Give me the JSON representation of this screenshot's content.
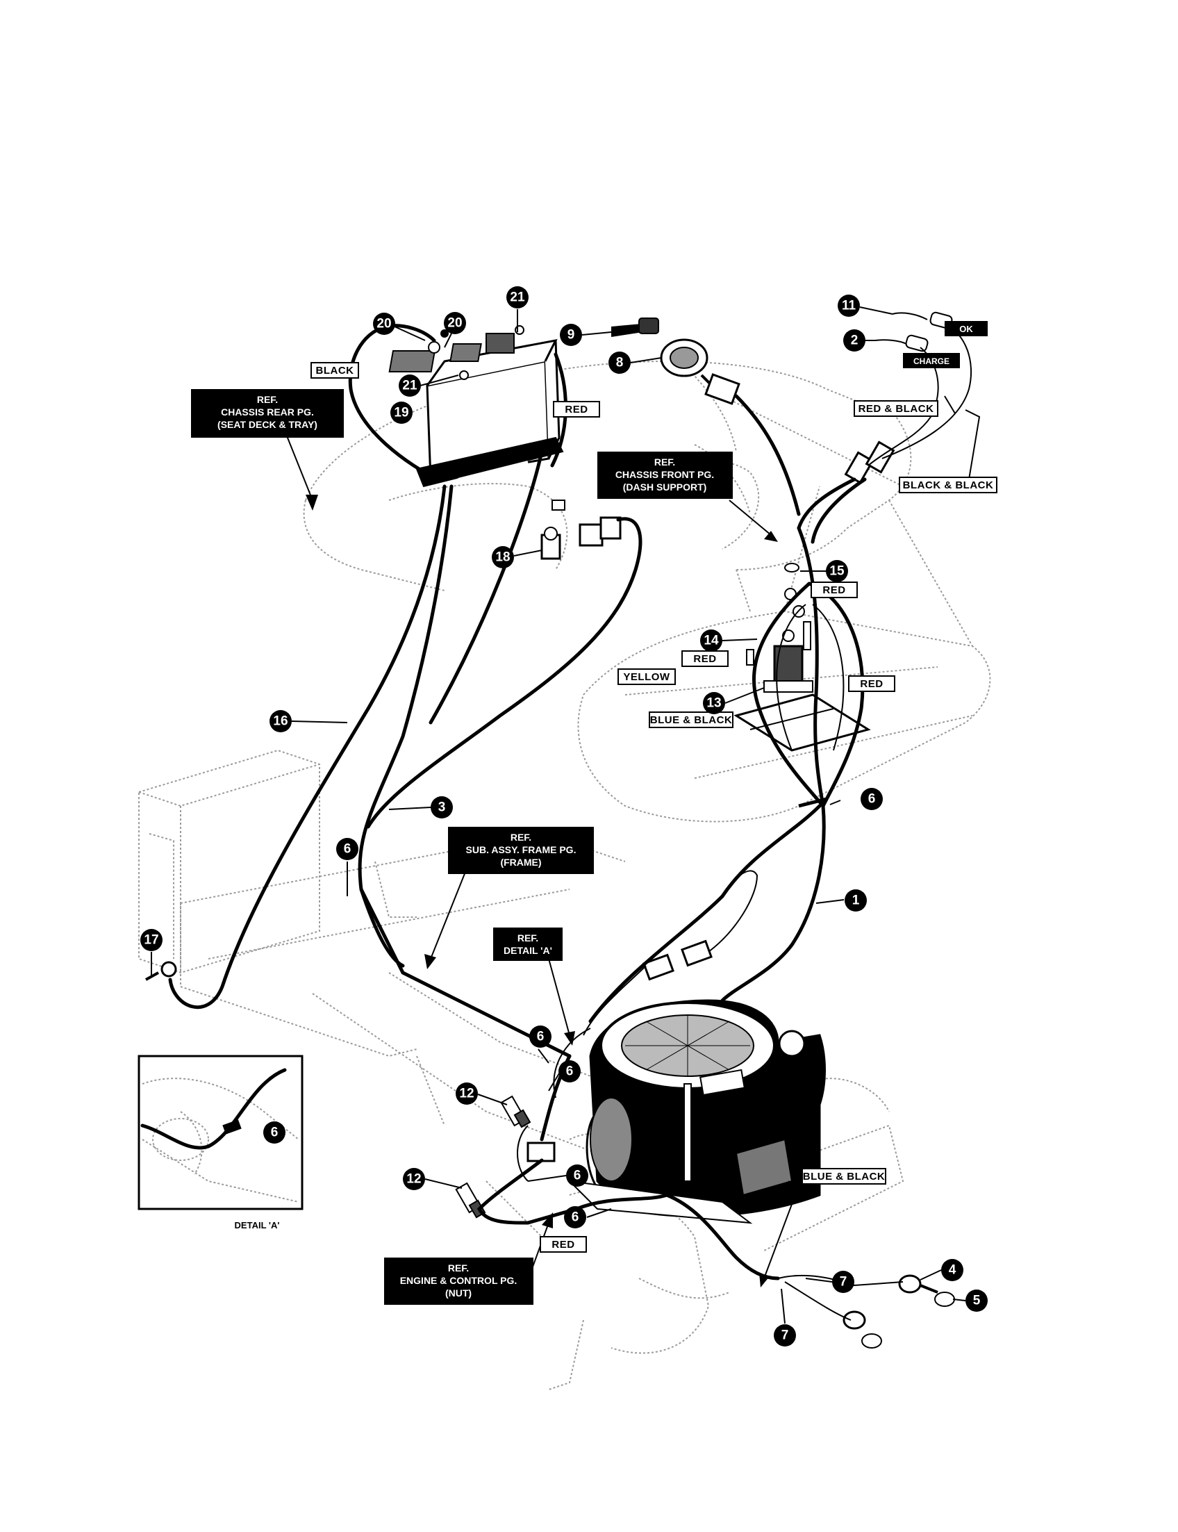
{
  "diagram": {
    "ref_boxes": [
      {
        "id": "chassis-rear",
        "lines": [
          "REF.",
          "CHASSIS REAR PG.",
          "(SEAT DECK & TRAY)"
        ]
      },
      {
        "id": "chassis-front",
        "lines": [
          "REF.",
          "CHASSIS FRONT PG.",
          "(DASH SUPPORT)"
        ]
      },
      {
        "id": "sub-assy-frame",
        "lines": [
          "REF.",
          "SUB. ASSY. FRAME PG.",
          "(FRAME)"
        ]
      },
      {
        "id": "detail-a",
        "lines": [
          "REF.",
          "DETAIL 'A'"
        ]
      },
      {
        "id": "engine-control",
        "lines": [
          "REF.",
          "ENGINE & CONTROL PG.",
          "(NUT)"
        ]
      }
    ],
    "wire_tags": {
      "black": "BLACK",
      "red_battery": "RED",
      "red_black": "RED & BLACK",
      "black_black": "BLACK & BLACK",
      "red_15": "RED",
      "red_14": "RED",
      "yellow": "YELLOW",
      "red_right": "RED",
      "blue_black_13": "BLUE & BLACK",
      "blue_black_lower": "BLUE & BLACK",
      "red_bottom": "RED"
    },
    "lamp_labels": {
      "ok": "OK",
      "charge": "CHARGE"
    },
    "detail_caption": "DETAIL 'A'",
    "callouts": {
      "c21a": "21",
      "c20a": "20",
      "c20b": "20",
      "c21b": "21",
      "c19": "19",
      "c9": "9",
      "c8": "8",
      "c11": "11",
      "c2": "2",
      "c18": "18",
      "c15": "15",
      "c14": "14",
      "c13": "13",
      "c16": "16",
      "c3": "3",
      "c6a": "6",
      "c6b": "6",
      "c17": "17",
      "c1": "1",
      "c6c": "6",
      "c6d": "6",
      "c12a": "12",
      "c6e": "6",
      "c12b": "12",
      "c6f": "6",
      "c6g": "6",
      "c7a": "7",
      "c4": "4",
      "c5": "5",
      "c7b": "7"
    }
  }
}
